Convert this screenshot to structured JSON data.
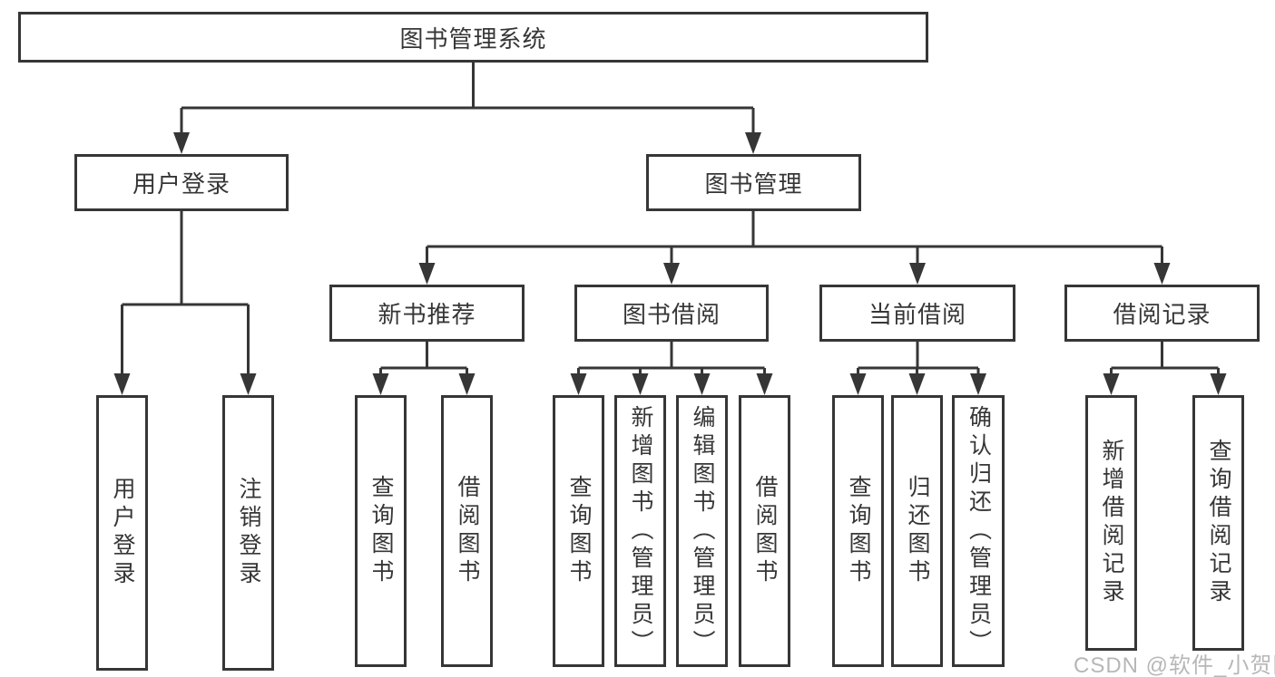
{
  "tree": {
    "label": "图书管理系统",
    "children": [
      {
        "label": "用户登录",
        "children": [
          {
            "label": "用户登录"
          },
          {
            "label": "注销登录"
          }
        ]
      },
      {
        "label": "图书管理",
        "children": [
          {
            "label": "新书推荐",
            "children": [
              {
                "label": "查询图书"
              },
              {
                "label": "借阅图书"
              }
            ]
          },
          {
            "label": "图书借阅",
            "children": [
              {
                "label": "查询图书"
              },
              {
                "label": "新增图书（管理员）"
              },
              {
                "label": "编辑图书（管理员）"
              },
              {
                "label": "借阅图书"
              }
            ]
          },
          {
            "label": "当前借阅",
            "children": [
              {
                "label": "查询图书"
              },
              {
                "label": "归还图书"
              },
              {
                "label": "确认归还（管理员）"
              }
            ]
          },
          {
            "label": "借阅记录",
            "children": [
              {
                "label": "新增借阅记录"
              },
              {
                "label": "查询借阅记录"
              }
            ]
          }
        ]
      }
    ]
  },
  "watermark": {
    "text": "CSDN @软件_小贺同学"
  },
  "colors": {
    "line": "#363636",
    "text": "#363636",
    "box_background": "#ffffff",
    "watermark": "#b4b4b4",
    "background": "#ffffff"
  }
}
